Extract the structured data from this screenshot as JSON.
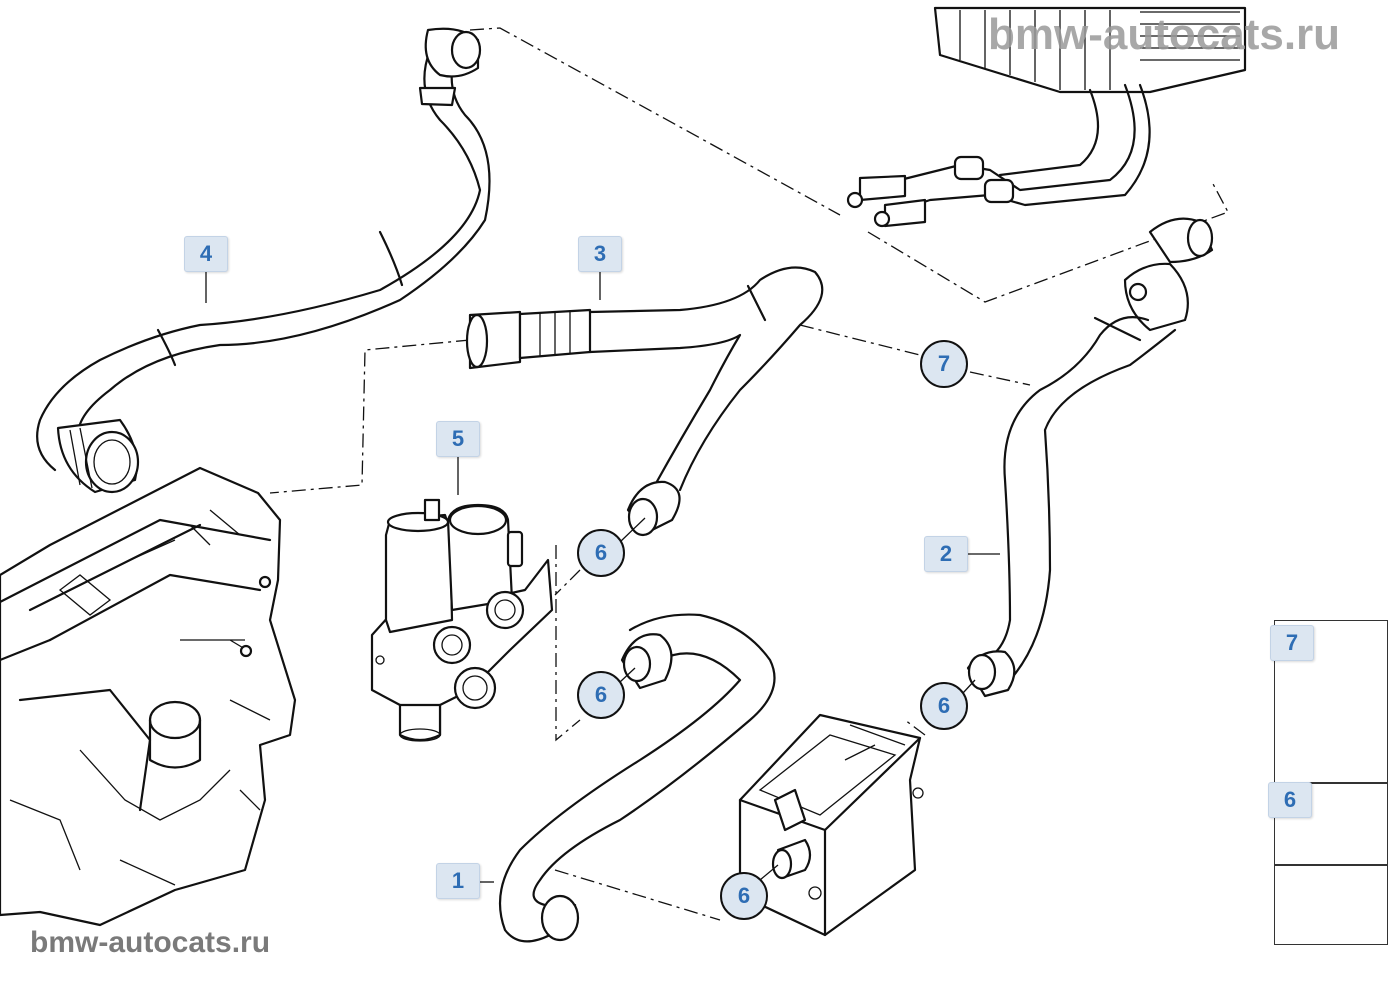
{
  "watermark": {
    "top_text": "bmw-autocats.ru",
    "bottom_text": "bmw-autocats.ru"
  },
  "callouts": {
    "c1": "1",
    "c2": "2",
    "c3": "3",
    "c4": "4",
    "c5": "5",
    "c6a": "6",
    "c6b": "6",
    "c6c": "6",
    "c6d": "6",
    "c7": "7"
  },
  "side_panel": {
    "item_top": "7",
    "item_middle": "6"
  },
  "colors": {
    "label_fill": "#dce6f1",
    "label_text": "#2e6db4",
    "line": "#111111"
  }
}
